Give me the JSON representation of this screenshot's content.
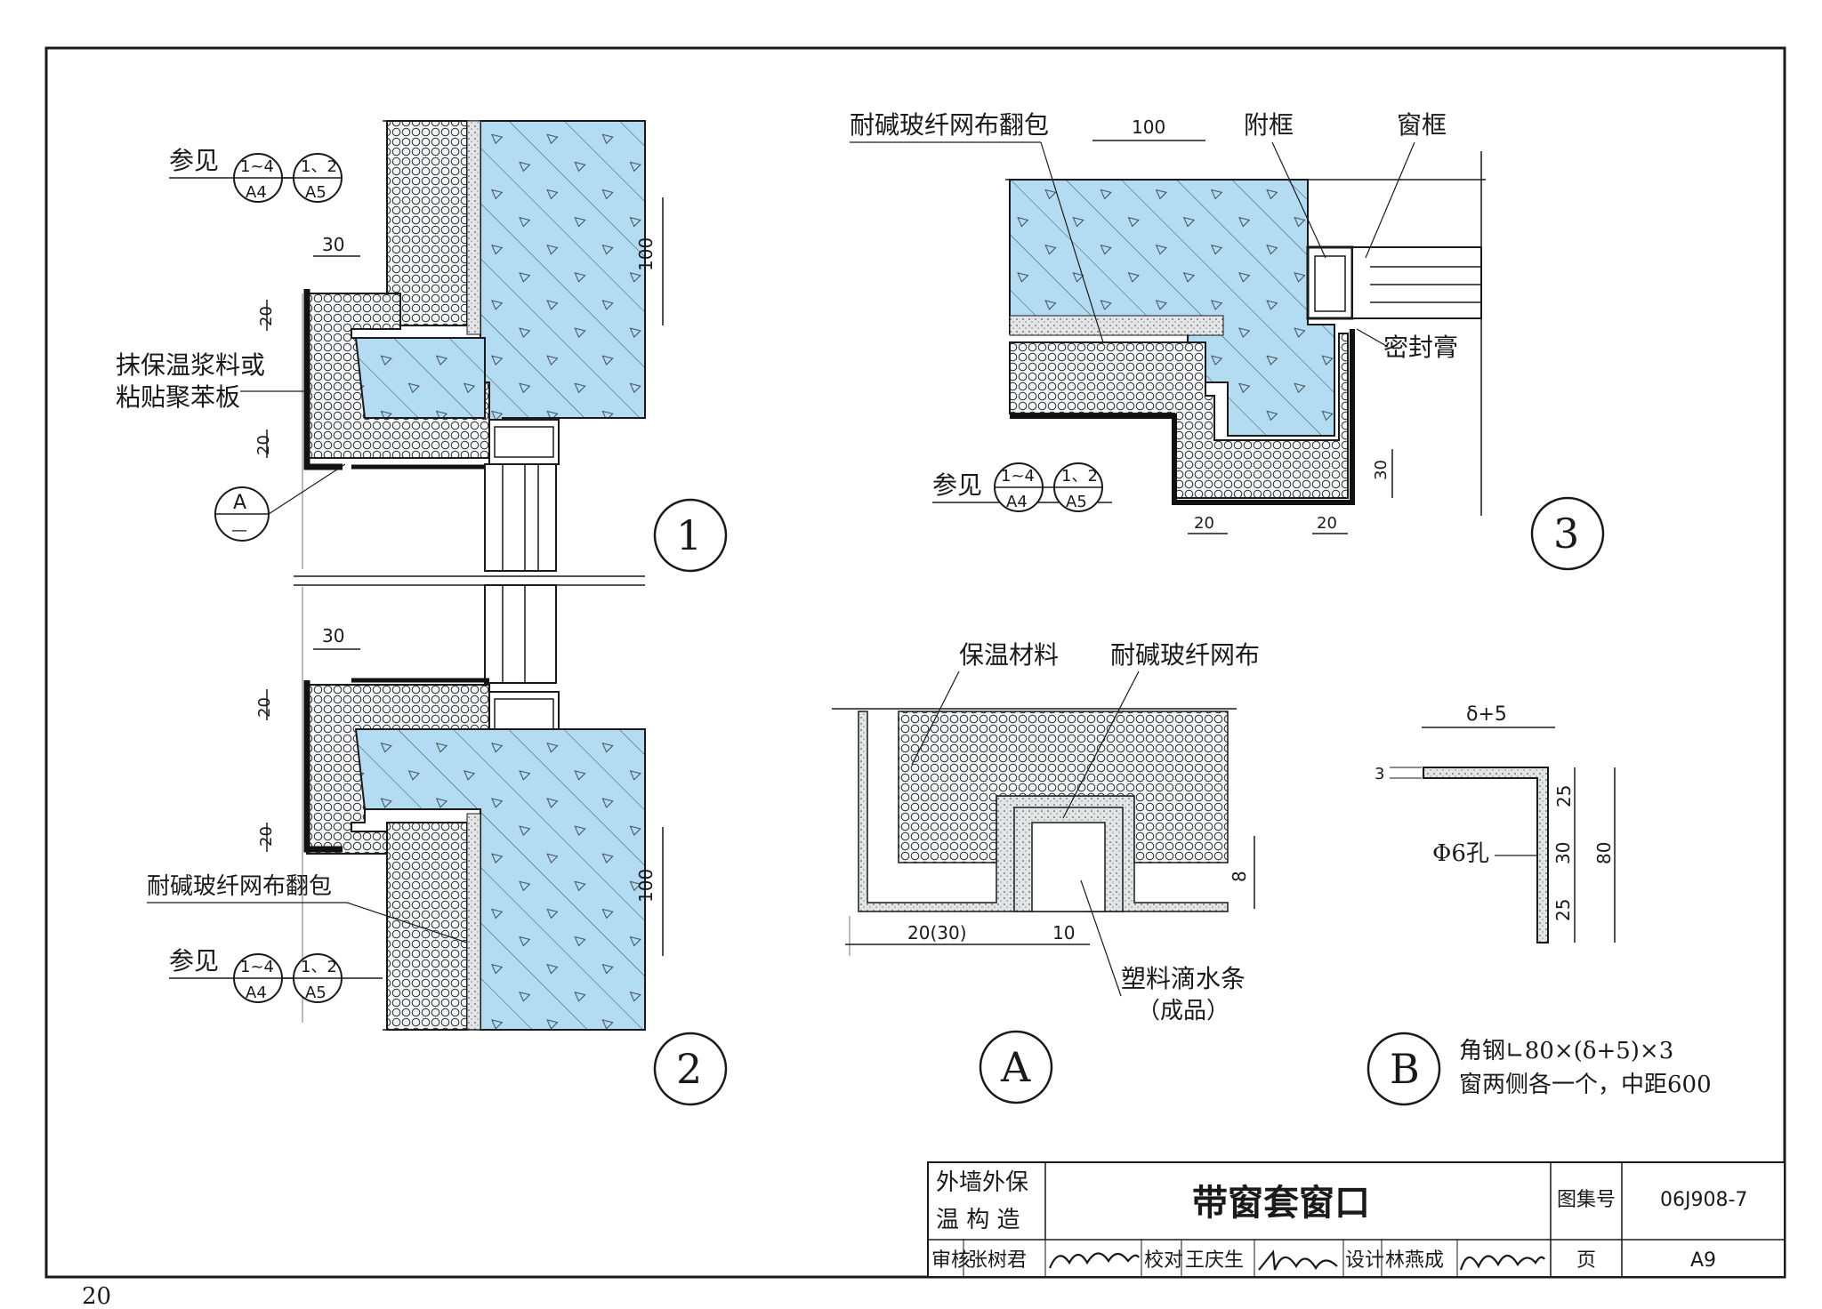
{
  "page_number": "20",
  "detail1": {
    "label_render_text": "抹保温浆料或",
    "label_render_text_2": "粘贴聚苯板",
    "ref_prefix": "参见",
    "ref_a_top": "1~4",
    "ref_a_bottom": "A4",
    "ref_b_top": "1、2",
    "ref_b_bottom": "A5",
    "dim_30": "30",
    "dim_20a": "20",
    "dim_20b": "20",
    "dim_100": "100",
    "callout_top": "A",
    "callout_bottom": "—",
    "number": "1"
  },
  "detail2": {
    "label_mesh": "耐碱玻纤网布翻包",
    "ref_prefix": "参见",
    "ref_a_top": "1~4",
    "ref_a_bottom": "A4",
    "ref_b_top": "1、2",
    "ref_b_bottom": "A5",
    "dim_30": "30",
    "dim_20a": "20",
    "dim_20b": "20",
    "dim_100": "100",
    "number": "2"
  },
  "detail3": {
    "label_mesh": "耐碱玻纤网布翻包",
    "label_subframe": "附框",
    "label_window_frame": "窗框",
    "label_sealant": "密封膏",
    "ref_prefix": "参见",
    "ref_a_top": "1~4",
    "ref_a_bottom": "A4",
    "ref_b_top": "1、2",
    "ref_b_bottom": "A5",
    "dim_100": "100",
    "dim_30": "30",
    "dim_20a": "20",
    "dim_20b": "20",
    "number": "3"
  },
  "detailA": {
    "label_insulation": "保温材料",
    "label_mesh": "耐碱玻纤网布",
    "label_drip": "塑料滴水条",
    "label_drip_note": "（成品）",
    "dim_20_30": "20(30)",
    "dim_10": "10",
    "dim_8": "8",
    "number": "A"
  },
  "detailB": {
    "dim_delta": "δ+5",
    "dim_3": "3",
    "dim_25a": "25",
    "dim_30": "30",
    "dim_25b": "25",
    "dim_80": "80",
    "label_hole": "Φ6孔",
    "note_line1": "角钢∟80×(δ+5)×3",
    "note_line2": "窗两侧各一个，中距600",
    "number": "B"
  },
  "title_block": {
    "category_line1": "外墙外保",
    "category_line2": "温 构 造",
    "title": "带窗套窗口",
    "atlas_label": "图集号",
    "atlas_value": "06J908-7",
    "review_label": "审核",
    "reviewer": "张树君",
    "check_label": "校对",
    "checker": "王庆生",
    "design_label": "设计",
    "designer": "林燕成",
    "page_label": "页",
    "page_value": "A9"
  },
  "colors": {
    "concrete": "#b3dcf3",
    "insulation": "#f4f6f7",
    "line": "#1a1a1a",
    "mortar": "#e3e5e6"
  }
}
